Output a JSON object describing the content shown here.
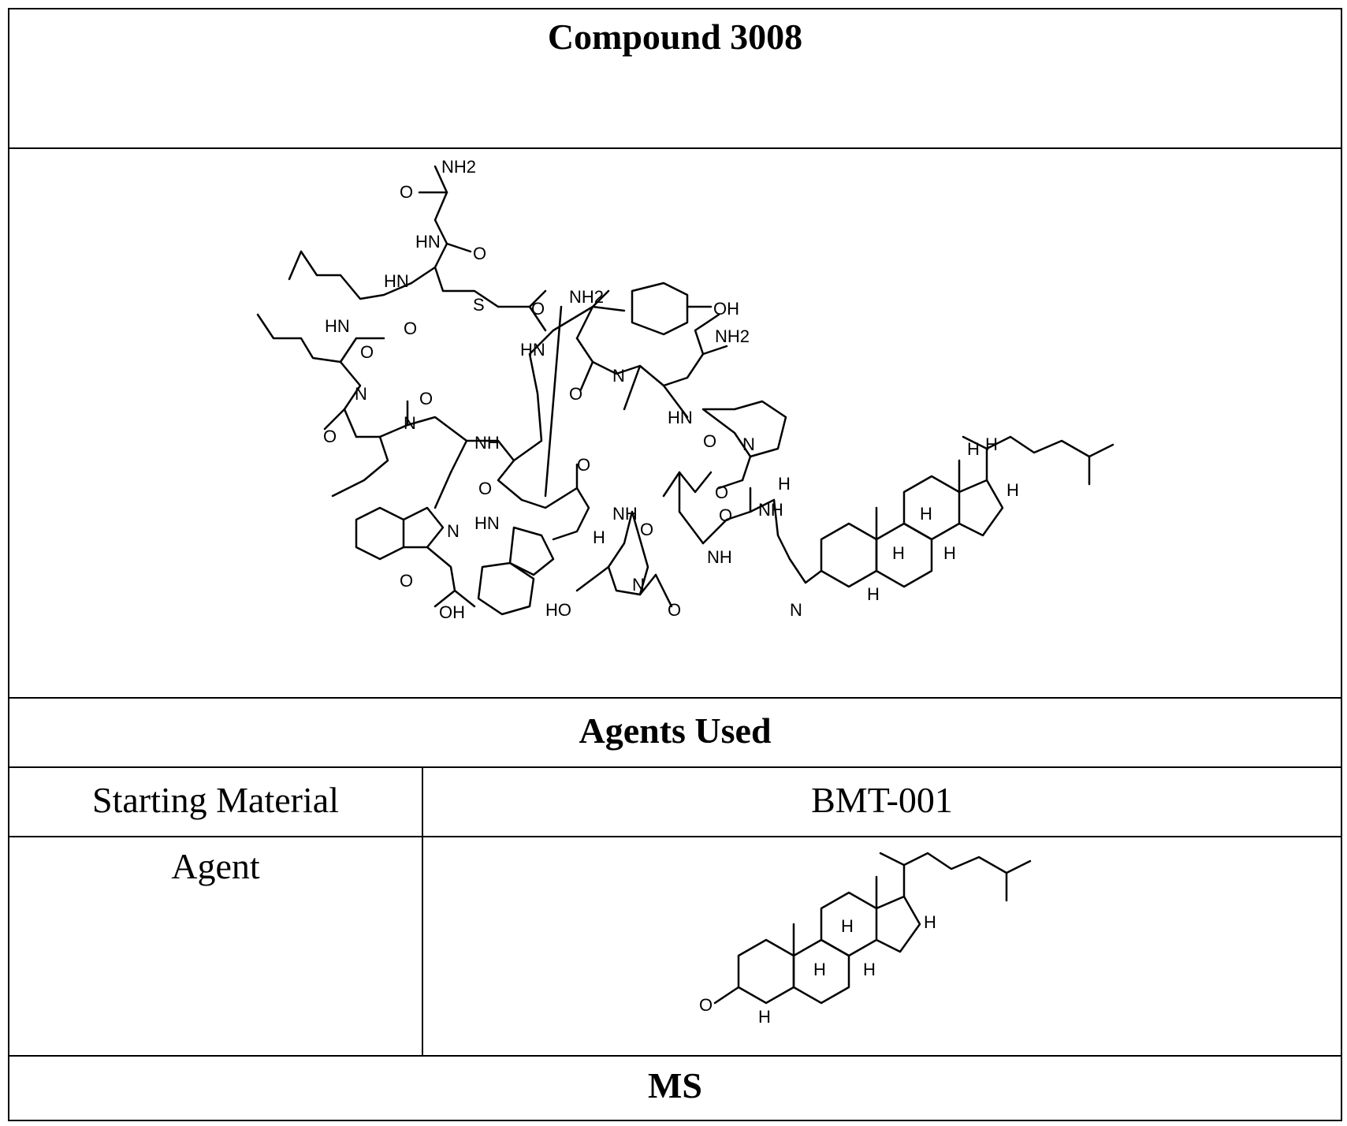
{
  "compound": {
    "title": "Compound 3008"
  },
  "structure": {
    "atom_labels": [
      "NH2",
      "O",
      "HN",
      "O",
      "HN",
      "S",
      "O",
      "NH2",
      "OH",
      "NH2",
      "O",
      "HN",
      "O",
      "HN",
      "O",
      "N",
      "N",
      "O",
      "N",
      "O",
      "NH",
      "O",
      "HN",
      "O",
      "N",
      "H",
      "O",
      "NH",
      "NH",
      "O",
      "O",
      "NH",
      "O",
      "N",
      "HN",
      "H",
      "HO",
      "N",
      "O",
      "O",
      "OH",
      "N",
      "H",
      "H",
      "H",
      "H",
      "H",
      "H",
      "H"
    ]
  },
  "agents": {
    "header": "Agents Used",
    "starting_material_label": "Starting Material",
    "starting_material_value": "BMT-001",
    "agent_label": "Agent",
    "agent_atom_labels": [
      "O",
      "H",
      "H",
      "H",
      "H",
      "H"
    ]
  },
  "ms": {
    "header": "MS"
  }
}
